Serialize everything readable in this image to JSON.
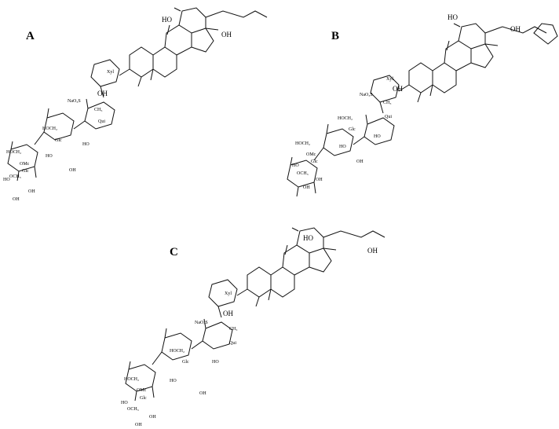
{
  "figure": {
    "panels": [
      {
        "label": "A",
        "texts": {
          "ho_top": "HO",
          "oh_right": "OH",
          "naso3": "NaO₃S",
          "xyl": "Xyl",
          "oh1": "OH",
          "ch3": "CH₃",
          "qui": "Qui",
          "hoch2_1": "HOCH₂",
          "glc": "Glc",
          "ho1": "HO",
          "ho2": "HO",
          "oh2": "OH",
          "hoch2_2": "HOCH₂",
          "omc": "OMc",
          "glc2": "Glc",
          "ho3": "HO",
          "och3": "OCH₃",
          "oh3": "OH",
          "oh4": "OH"
        }
      },
      {
        "label": "B",
        "texts": {
          "ho_top": "HO",
          "oh_right": "OH",
          "naso3": "NaO₃S",
          "xyl": "Xyl",
          "oh1": "OH",
          "ch3": "CH₃",
          "qui": "Qui",
          "hoch2_1": "HOCH₂",
          "glc": "Glc",
          "ho1": "HO",
          "ho2": "HO",
          "oh2": "OH",
          "hoch2_2": "HOCH₂",
          "omc": "OMc",
          "glc2": "Glc",
          "ho3": "HO",
          "och3": "OCH₃",
          "oh3": "OH",
          "oh4": "OH"
        }
      },
      {
        "label": "C",
        "texts": {
          "ho_top": "HO",
          "oh_right": "OH",
          "naso3": "NaO₃S",
          "xyl": "Xyl",
          "oh1": "OH",
          "ch3": "CH₃",
          "qui": "Qui",
          "hoch2_1": "HOCH₂",
          "glc": "Glc",
          "ho1": "HO",
          "ho2": "HO",
          "oh2": "OH",
          "hoch2_2": "HOCH₂",
          "omc": "OMc",
          "glc2": "Glc",
          "ho3": "HO",
          "och3": "OCH₃",
          "oh3": "OH",
          "oh4": "OH"
        }
      }
    ]
  }
}
